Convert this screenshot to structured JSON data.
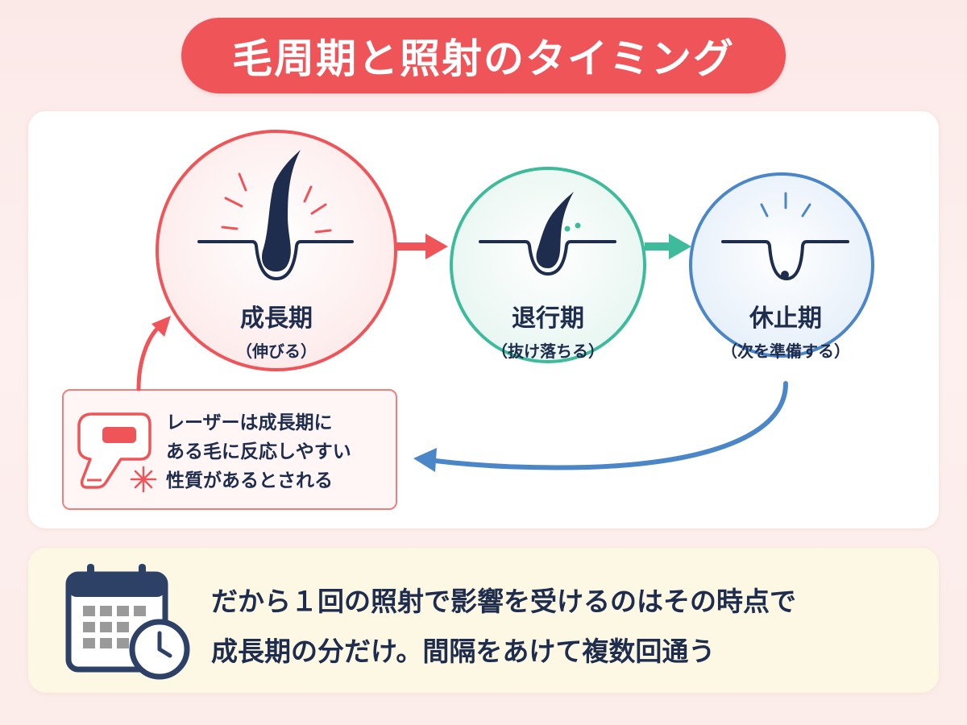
{
  "title": "毛周期と照射のタイミング",
  "stages": [
    {
      "name": "成長期",
      "sub": "（伸びる）",
      "color": "#ef5459"
    },
    {
      "name": "退行期",
      "sub": "（抜け落ちる）",
      "color": "#3dbb9a"
    },
    {
      "name": "休止期",
      "sub": "（次を準備する）",
      "color": "#4a86c8"
    }
  ],
  "note": {
    "lines": [
      "レーザーは成長期に",
      "ある毛に反応しやすい",
      "性質があるとされる"
    ],
    "icon": "laser-device-icon"
  },
  "summary": {
    "lines": [
      "だから１回の照射で影響を受けるのはその時点で",
      "成長期の分だけ。間隔をあけて複数回通う"
    ],
    "icon": "calendar-clock-icon"
  },
  "colors": {
    "title_bg": "#ef5459",
    "text": "#1e2d4d",
    "arrow_red": "#ef5459",
    "arrow_green": "#3dbb9a",
    "arrow_blue": "#4a86c8"
  }
}
